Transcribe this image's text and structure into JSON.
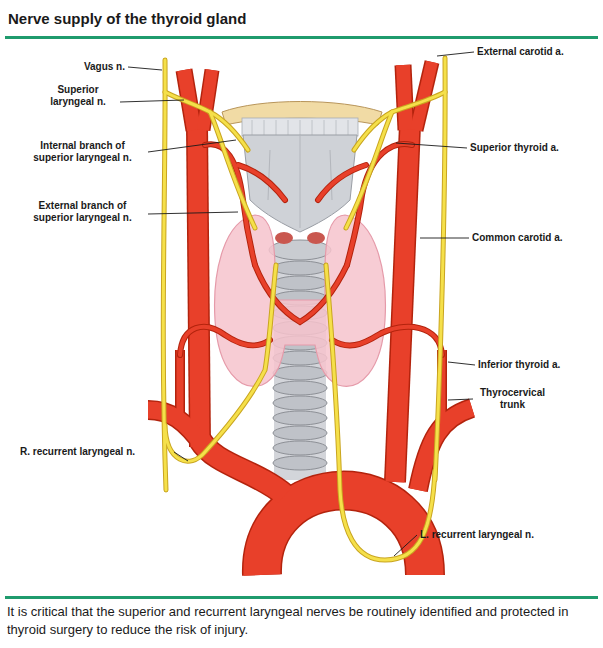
{
  "diagram": {
    "title": "Nerve supply of the thyroid gland",
    "caption": "It is critical that the superior and recurrent laryngeal nerves be routinely identified and protected in thyroid surgery to reduce the risk of injury.",
    "labels": [
      "Vagus n.",
      "Superior laryngeal n.",
      "Internal branch of superior laryngeal n.",
      "External branch of superior laryngeal n.",
      "R. recurrent laryngeal n.",
      "External carotid a.",
      "Superior thyroid a.",
      "Common carotid a.",
      "Inferior thyroid a.",
      "Thyrocervical trunk",
      "L. recurrent laryngeal n."
    ]
  }
}
